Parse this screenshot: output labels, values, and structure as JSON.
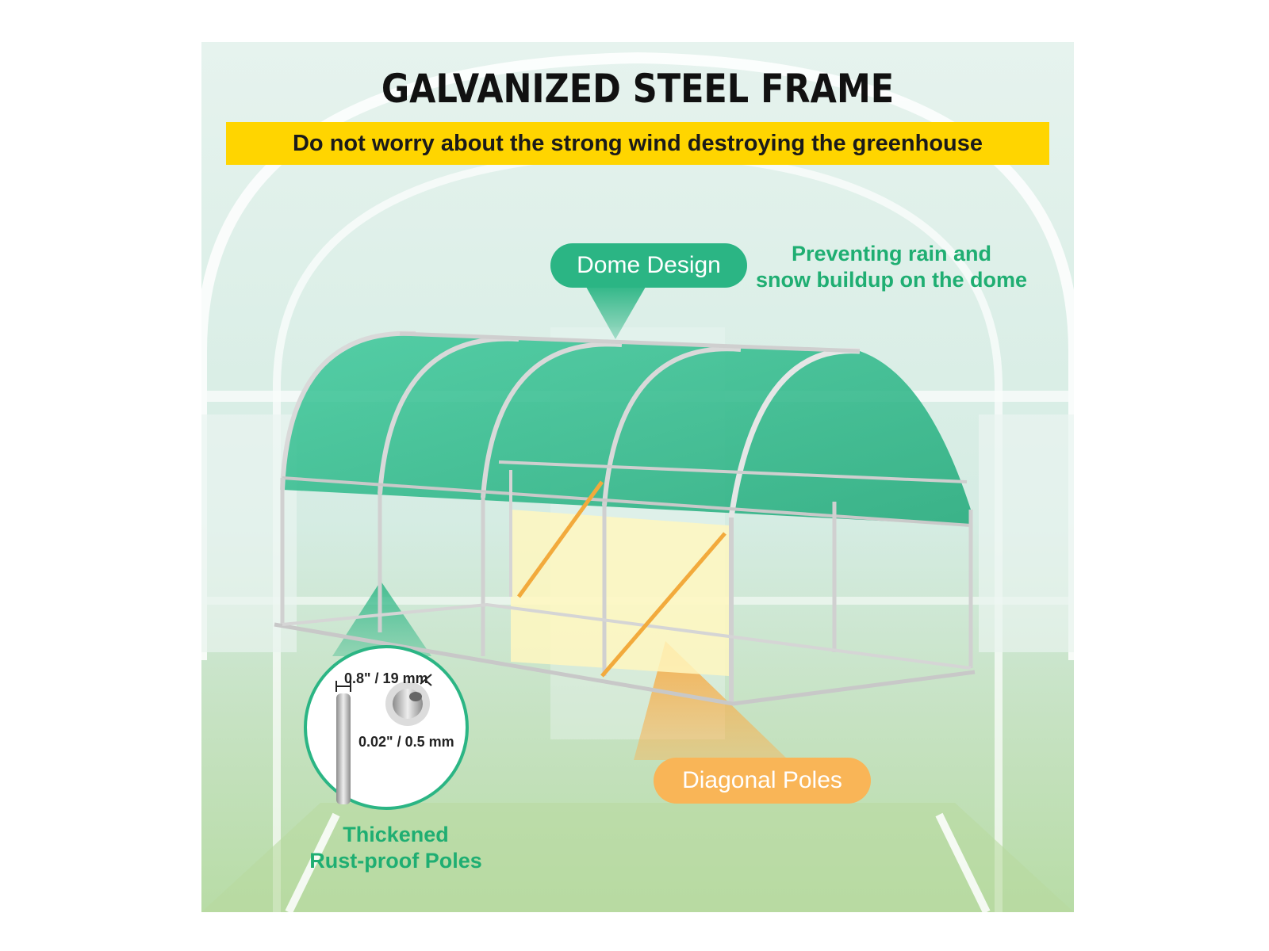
{
  "headline": "GALVANIZED STEEL FRAME",
  "banner": "Do not worry about the strong wind destroying the greenhouse",
  "callouts": {
    "dome_label": "Dome Design",
    "dome_note_line1": "Preventing rain and",
    "dome_note_line2": "snow buildup on the dome",
    "diagonal_label": "Diagonal Poles",
    "poles_note_line1": "Thickened",
    "poles_note_line2": "Rust-proof Poles"
  },
  "pole_specs": {
    "diameter": "0.8\" / 19 mm",
    "thickness": "0.02\" / 0.5 mm"
  },
  "colors": {
    "banner": "#ffd500",
    "dome_green": "#2bb584",
    "diagonal_orange": "#f9b557",
    "note_green": "#1fae72"
  }
}
